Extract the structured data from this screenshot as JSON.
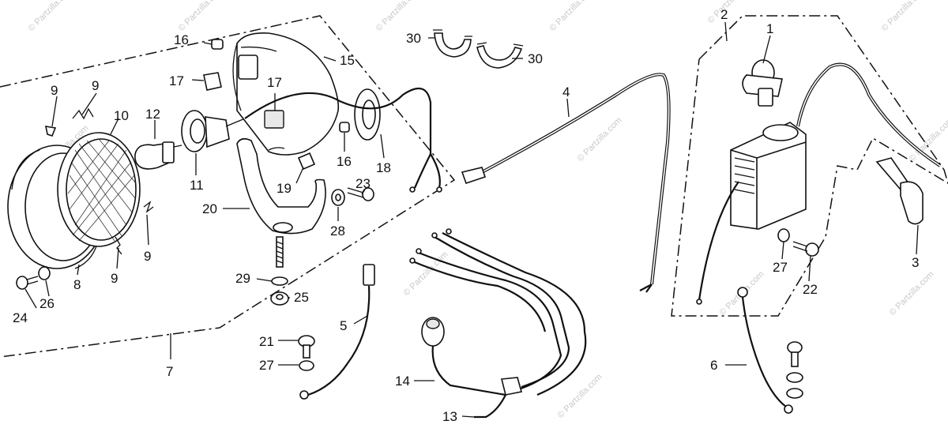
{
  "watermark": "© Partzilla.com",
  "callouts": [
    {
      "id": "c1",
      "label": "1"
    },
    {
      "id": "c2",
      "label": "2"
    },
    {
      "id": "c3",
      "label": "3"
    },
    {
      "id": "c4",
      "label": "4"
    },
    {
      "id": "c5",
      "label": "5"
    },
    {
      "id": "c6",
      "label": "6"
    },
    {
      "id": "c7",
      "label": "7"
    },
    {
      "id": "c8",
      "label": "8"
    },
    {
      "id": "c9a",
      "label": "9"
    },
    {
      "id": "c9b",
      "label": "9"
    },
    {
      "id": "c9c",
      "label": "9"
    },
    {
      "id": "c9d",
      "label": "9"
    },
    {
      "id": "c10",
      "label": "10"
    },
    {
      "id": "c11",
      "label": "11"
    },
    {
      "id": "c12",
      "label": "12"
    },
    {
      "id": "c13",
      "label": "13"
    },
    {
      "id": "c14",
      "label": "14"
    },
    {
      "id": "c15",
      "label": "15"
    },
    {
      "id": "c16a",
      "label": "16"
    },
    {
      "id": "c16b",
      "label": "16"
    },
    {
      "id": "c17a",
      "label": "17"
    },
    {
      "id": "c17b",
      "label": "17"
    },
    {
      "id": "c18",
      "label": "18"
    },
    {
      "id": "c19",
      "label": "19"
    },
    {
      "id": "c20",
      "label": "20"
    },
    {
      "id": "c21",
      "label": "21"
    },
    {
      "id": "c22",
      "label": "22"
    },
    {
      "id": "c23",
      "label": "23"
    },
    {
      "id": "c24",
      "label": "24"
    },
    {
      "id": "c25",
      "label": "25"
    },
    {
      "id": "c26",
      "label": "26"
    },
    {
      "id": "c27a",
      "label": "27"
    },
    {
      "id": "c27b",
      "label": "27"
    },
    {
      "id": "c28",
      "label": "28"
    },
    {
      "id": "c29",
      "label": "29"
    },
    {
      "id": "c30a",
      "label": "30"
    },
    {
      "id": "c30b",
      "label": "30"
    }
  ]
}
